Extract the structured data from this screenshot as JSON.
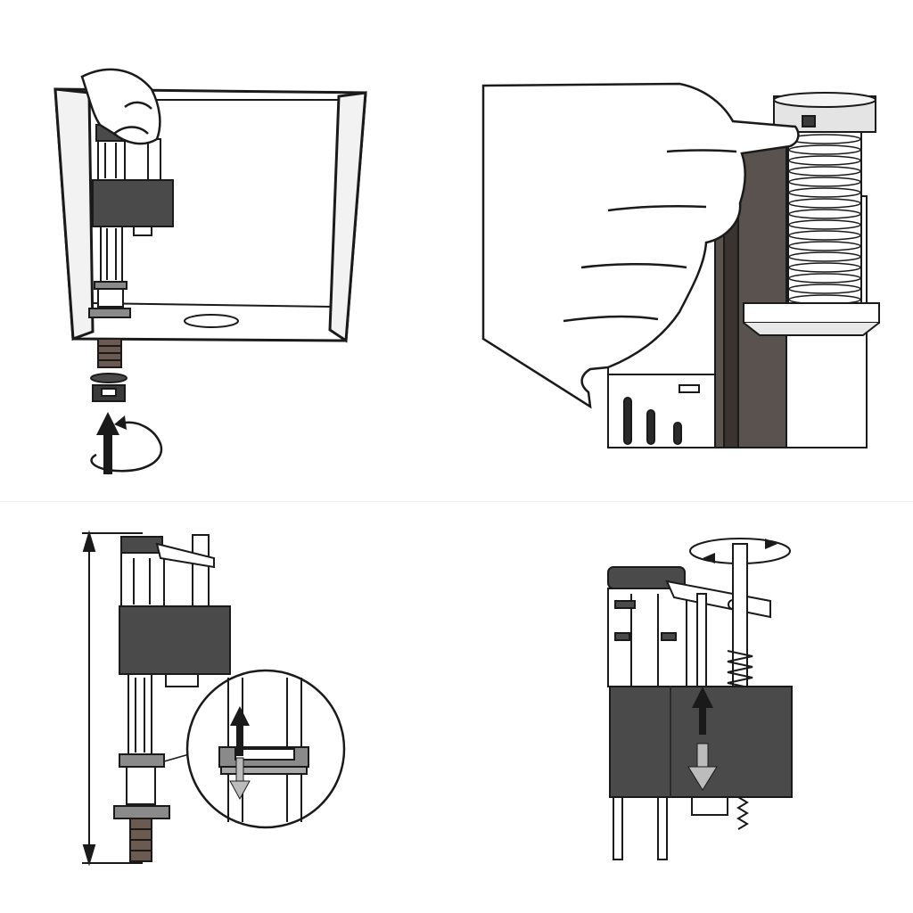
{
  "figure": {
    "steps": [
      {
        "id": "step-1",
        "desc": ""
      },
      {
        "id": "step-2",
        "desc": ""
      },
      {
        "id": "step-3",
        "desc": ""
      },
      {
        "id": "step-4",
        "desc": ""
      }
    ]
  },
  "colors": {
    "outline": "#1a1a1a",
    "dark_part": "#4a4a4a",
    "mid_part": "#8a8a8a",
    "light_part": "#d8d8d8",
    "arrow_down": "#bcbcbc"
  },
  "icons": [
    "rotate-arrow-icon",
    "up-arrow-icon",
    "down-arrow-icon",
    "height-dimension-arrow-icon"
  ]
}
